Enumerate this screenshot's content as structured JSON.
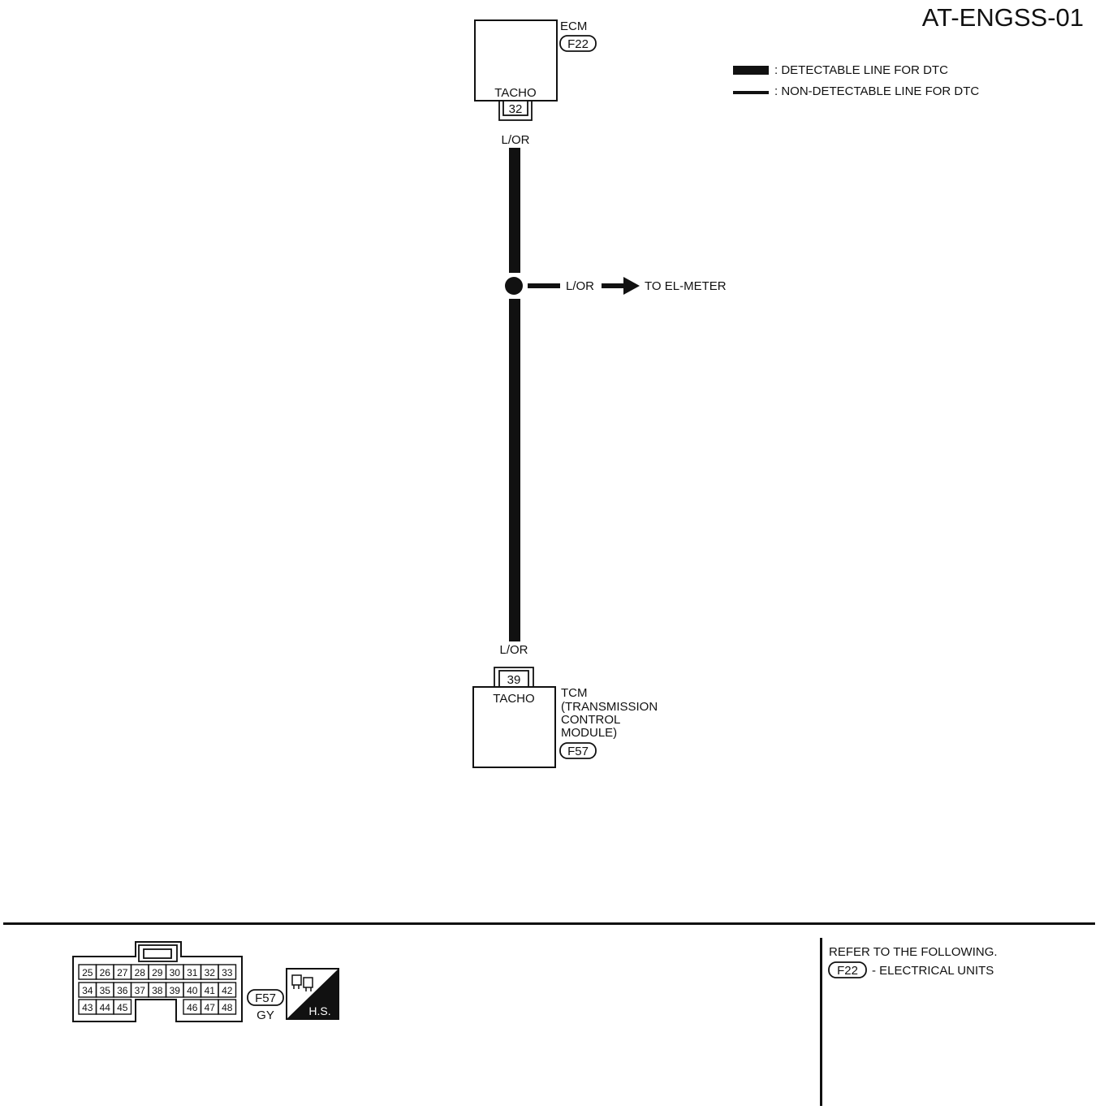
{
  "diagram": {
    "code": "AT-ENGSS-01",
    "legend": {
      "detectable": ": DETECTABLE LINE FOR DTC",
      "non_detectable": ": NON-DETECTABLE LINE FOR DTC"
    },
    "ecm": {
      "name": "ECM",
      "connector": "F22",
      "terminal_name": "TACHO",
      "pin": "32"
    },
    "wire_color_top": "L/OR",
    "branch": {
      "wire_color": "L/OR",
      "destination": "TO EL-METER"
    },
    "wire_color_bottom": "L/OR",
    "tcm": {
      "name_lines": [
        "TCM",
        "(TRANSMISSION",
        "CONTROL",
        "MODULE)"
      ],
      "connector": "F57",
      "terminal_name": "TACHO",
      "pin": "39"
    },
    "connector_view": {
      "connector": "F57",
      "color": "GY",
      "badge": "H.S.",
      "rows": [
        [
          "25",
          "26",
          "27",
          "28",
          "29",
          "30",
          "31",
          "32",
          "33"
        ],
        [
          "34",
          "35",
          "36",
          "37",
          "38",
          "39",
          "40",
          "41",
          "42"
        ],
        [
          "43",
          "44",
          "45",
          "46",
          "47",
          "48"
        ]
      ]
    },
    "refer": {
      "heading": "REFER TO THE FOLLOWING.",
      "connector": "F22",
      "text": "- ELECTRICAL UNITS"
    }
  },
  "colors": {
    "ink": "#111111",
    "paper": "#ffffff"
  }
}
